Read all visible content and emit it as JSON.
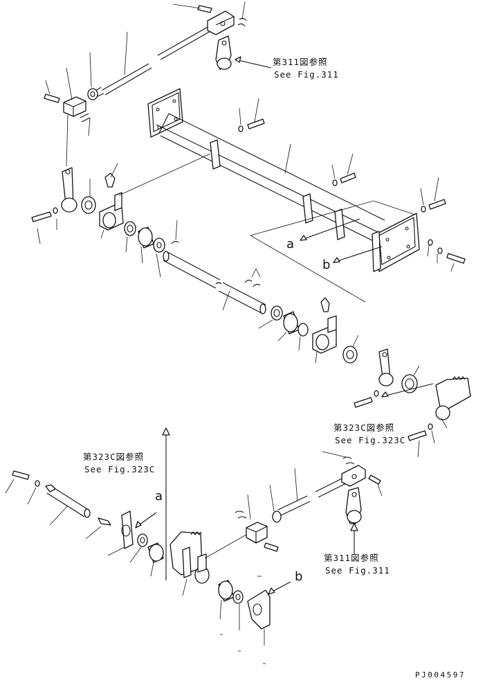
{
  "references": [
    {
      "id": "ref-311-top",
      "jp": "第311図参照",
      "en": "See Fig.311"
    },
    {
      "id": "ref-323c-right",
      "jp": "第323C図参照",
      "en": "See Fig.323C"
    },
    {
      "id": "ref-323c-left",
      "jp": "第323C図参照",
      "en": "See Fig.323C"
    },
    {
      "id": "ref-311-bottom",
      "jp": "第311図参照",
      "en": "See Fig.311"
    }
  ],
  "connectors": {
    "a": "a",
    "b": "b"
  },
  "drawing_code": "PJ004597"
}
